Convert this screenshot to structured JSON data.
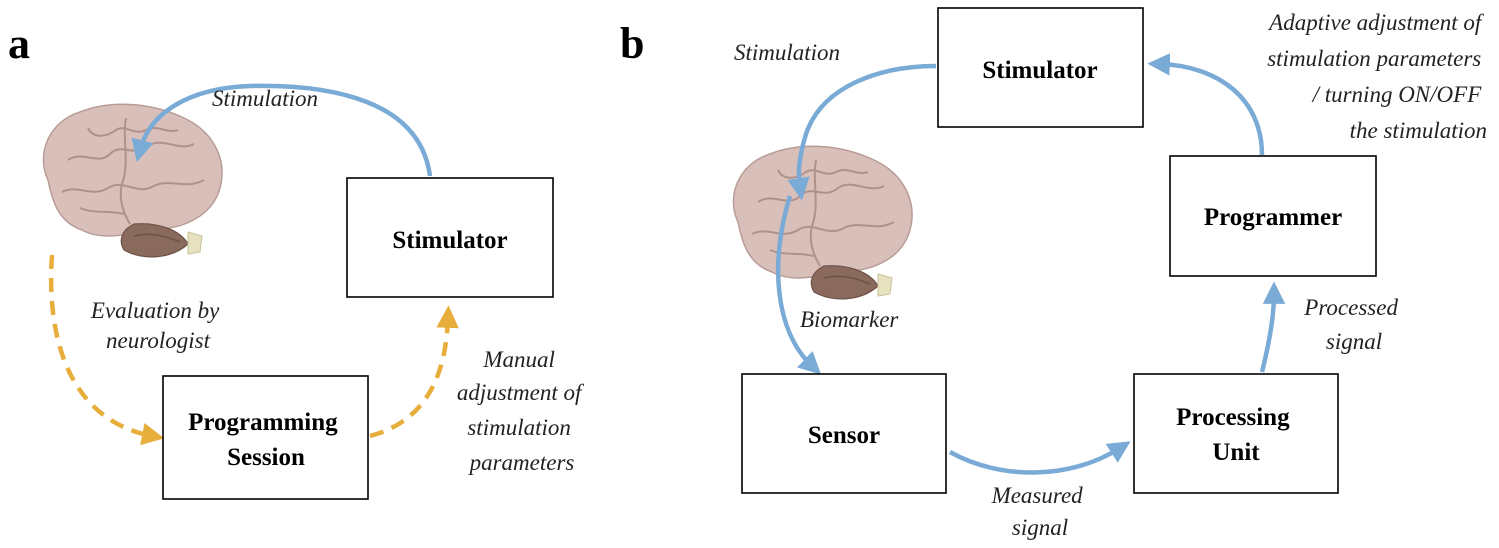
{
  "colors": {
    "blue_arrow": "#7aaad6",
    "gold_arrow": "#e7ae3c",
    "brain": "#d9bfb9",
    "cerebellum": "#8b6a5e"
  },
  "icons": [
    "brain-icon"
  ],
  "panel_a": {
    "letter": "a",
    "stimulator": "Stimulator",
    "programming_session": [
      "Programming",
      "Session"
    ],
    "labels": {
      "stimulation": "Stimulation",
      "evaluation": [
        "Evaluation by",
        "neurologist"
      ],
      "manual_adjustment": [
        "Manual",
        "adjustment of",
        "stimulation",
        "parameters"
      ]
    }
  },
  "panel_b": {
    "letter": "b",
    "stimulator": "Stimulator",
    "programmer": "Programmer",
    "sensor": "Sensor",
    "processing_unit": [
      "Processing",
      "Unit"
    ],
    "labels": {
      "stimulation": "Stimulation",
      "adaptive_adjustment": [
        "Adaptive adjustment of",
        "stimulation parameters",
        "/ turning ON/OFF",
        "the stimulation"
      ],
      "biomarker": "Biomarker",
      "measured_signal": [
        "Measured",
        "signal"
      ],
      "processed_signal": [
        "Processed",
        "signal"
      ]
    }
  }
}
